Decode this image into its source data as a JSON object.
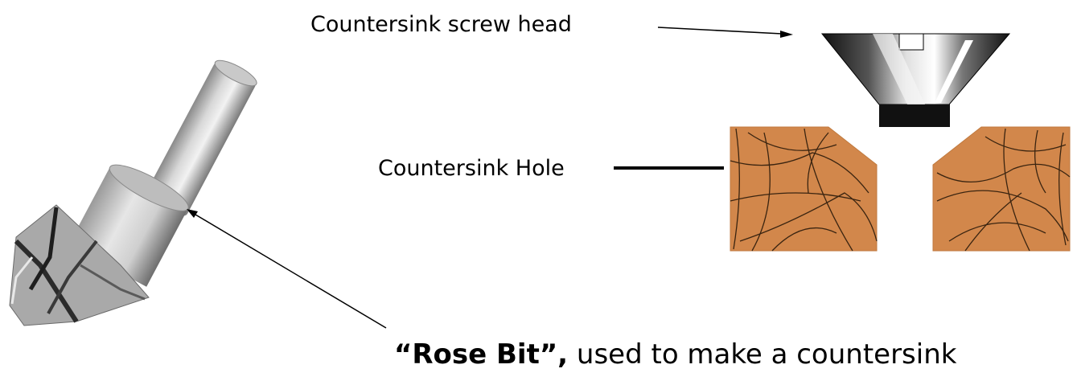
{
  "labels": {
    "screw_head": "Countersink screw head",
    "hole": "Countersink Hole",
    "caption_bold": "“Rose Bit”,",
    "caption_rest": " used to make a countersink"
  },
  "colors": {
    "wood": "#D2874B",
    "grain": "#3a2410",
    "screw_dark": "#1a1a1a",
    "steel": "#b8b8b8"
  }
}
